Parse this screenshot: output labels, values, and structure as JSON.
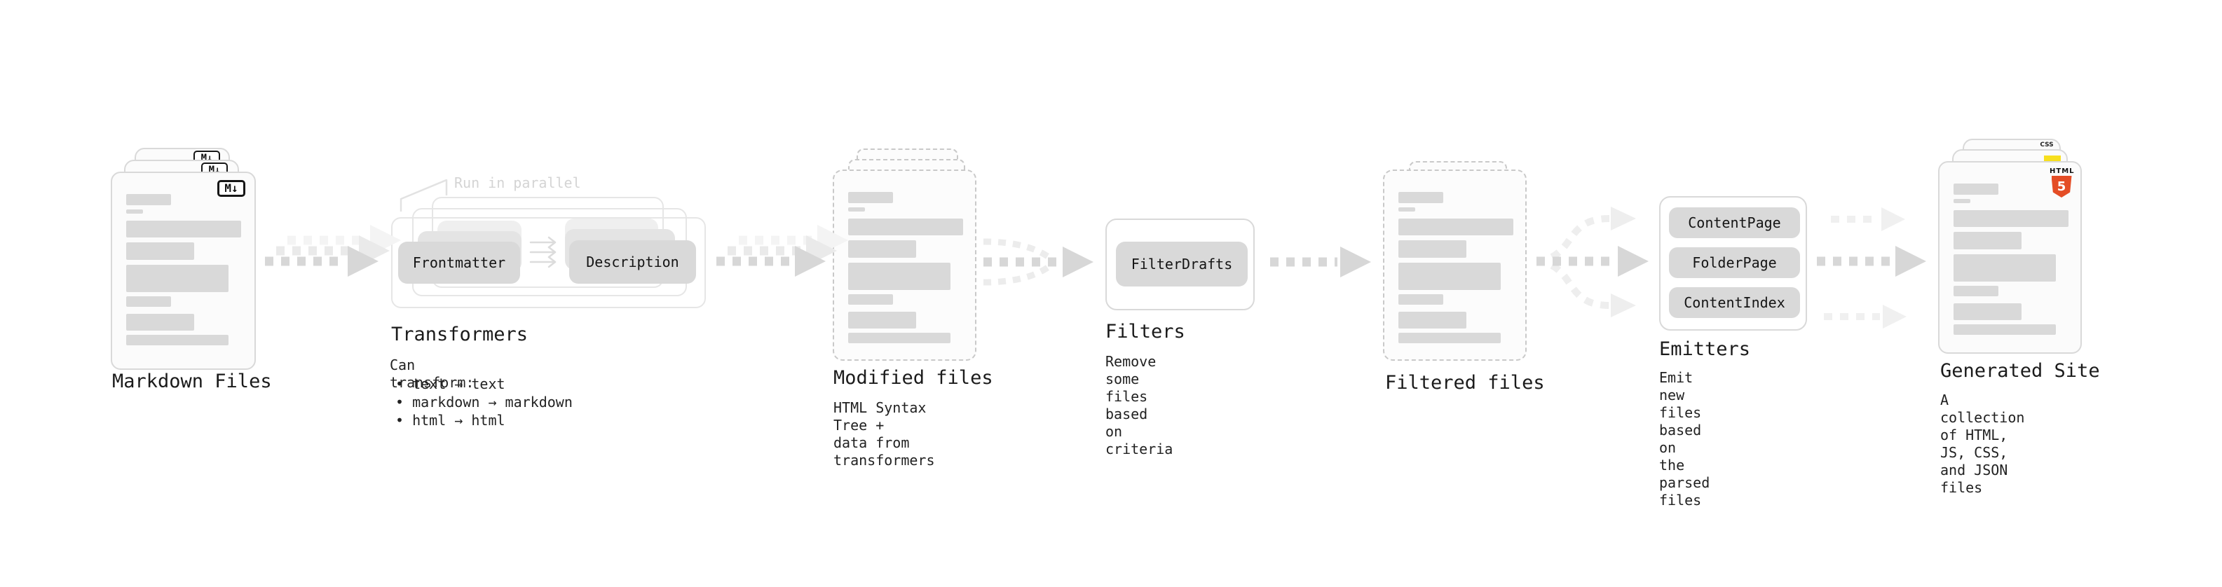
{
  "diagram": {
    "markdown_files": {
      "label": "Markdown Files",
      "badge": "M↓"
    },
    "transformers": {
      "label": "Transformers",
      "annotation": "Run in parallel",
      "node_frontmatter": "Frontmatter",
      "node_description": "Description",
      "desc_title": "Can transform:",
      "bullet_1": "• text → text",
      "bullet_2": "• markdown → markdown",
      "bullet_3": "• html → html"
    },
    "modified_files": {
      "label": "Modified files",
      "desc": "HTML Syntax Tree +\ndata from transformers"
    },
    "filters": {
      "label": "Filters",
      "node_filter_drafts": "FilterDrafts",
      "desc": "Remove some files based\non criteria"
    },
    "filtered_files": {
      "label": "Filtered files"
    },
    "emitters": {
      "label": "Emitters",
      "node_content_page": "ContentPage",
      "node_folder_page": "FolderPage",
      "node_content_index": "ContentIndex",
      "desc": "Emit new files based on\nthe parsed files"
    },
    "generated_site": {
      "label": "Generated Site",
      "desc": "A collection of HTML,\nJS, CSS, and JSON files",
      "html5_word": "HTML",
      "html5_number": "5",
      "css_word": "CSS"
    }
  },
  "colors": {
    "node_fill": "#d9d9d9",
    "html5_orange": "#e44d26",
    "js_yellow": "#f7df1e",
    "css_blue": "#2965f1"
  }
}
